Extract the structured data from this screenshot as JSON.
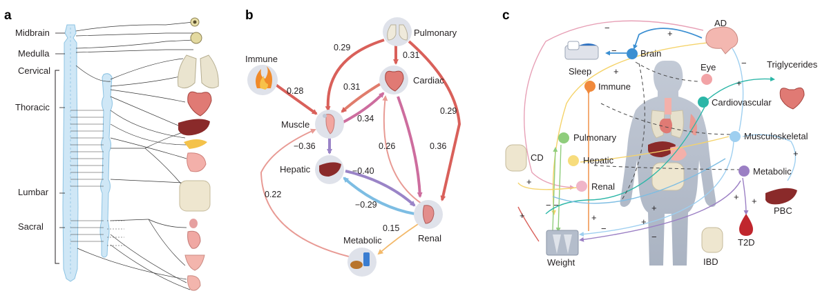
{
  "panels": {
    "a": {
      "letter": "a",
      "labels": [
        "Midbrain",
        "Medulla",
        "Cervical",
        "Thoracic",
        "Lumbar",
        "Sacral"
      ]
    },
    "b": {
      "letter": "b",
      "nodes": {
        "pulmonary": "Pulmonary",
        "immune": "Immune",
        "cardiac": "Cardiac",
        "muscle": "Muscle",
        "hepatic": "Hepatic",
        "renal": "Renal",
        "metabolic": "Metabolic"
      },
      "edges": [
        {
          "from": "Pulmonary",
          "to": "Muscle",
          "weight": "0.29"
        },
        {
          "from": "Pulmonary",
          "to": "Cardiac",
          "weight": "0.31"
        },
        {
          "from": "Pulmonary",
          "to": "Renal",
          "weight": "0.29"
        },
        {
          "from": "Immune",
          "to": "Muscle",
          "weight": "0.28"
        },
        {
          "from": "Cardiac",
          "to": "Muscle",
          "weight": "0.31"
        },
        {
          "from": "Muscle",
          "to": "Cardiac",
          "weight": "0.34"
        },
        {
          "from": "Cardiac",
          "to": "Renal",
          "weight": "0.36"
        },
        {
          "from": "Renal",
          "to": "Cardiac",
          "weight": "0.26"
        },
        {
          "from": "Muscle",
          "to": "Hepatic",
          "weight": "−0.36"
        },
        {
          "from": "Hepatic",
          "to": "Renal",
          "weight": "−0.40"
        },
        {
          "from": "Renal",
          "to": "Hepatic",
          "weight": "−0.29"
        },
        {
          "from": "Metabolic",
          "to": "Muscle",
          "weight": "0.22"
        },
        {
          "from": "Renal",
          "to": "Metabolic",
          "weight": "0.15"
        }
      ]
    },
    "c": {
      "letter": "c",
      "labels": {
        "ad": "AD",
        "brain": "Brain",
        "sleep": "Sleep",
        "immune": "Immune",
        "eye": "Eye",
        "triglycerides": "Triglycerides",
        "cardiovascular": "Cardiovascular",
        "pulmonary": "Pulmonary",
        "hepatic": "Hepatic",
        "musculoskeletal": "Musculoskeletal",
        "cd": "CD",
        "renal": "Renal",
        "metabolic": "Metabolic",
        "pbc": "PBC",
        "ibd": "IBD",
        "t2d": "T2D",
        "weight": "Weight"
      },
      "signs": {
        "plus": "+",
        "minus": "−",
        "minus_pair": "− −"
      }
    }
  },
  "colors": {
    "spine": "#cfe7f6",
    "spine_stroke": "#8cc3e3",
    "node_circle": "#dfe2ea",
    "body_silhouette": "#b9c1cf",
    "red_edge": "#d9605a",
    "pink_edge": "#cd6d9e",
    "light_red_edge": "#e89a94",
    "purple_edge": "#9a84c7",
    "blue_edge": "#7dbde3",
    "orange_edge": "#f3b96a",
    "brain_dot": "#3b8fd2",
    "immune_dot": "#f0893b",
    "eye_dot": "#f2a3a6",
    "cardio_dot": "#2bb6a7",
    "pulmonary_dot": "#8fcd7c",
    "hepatic_dot": "#f7dc7c",
    "musculo_dot": "#9ecff0",
    "renal_dot": "#f0b5c8",
    "metabolic_dot": "#9b7fc4"
  }
}
